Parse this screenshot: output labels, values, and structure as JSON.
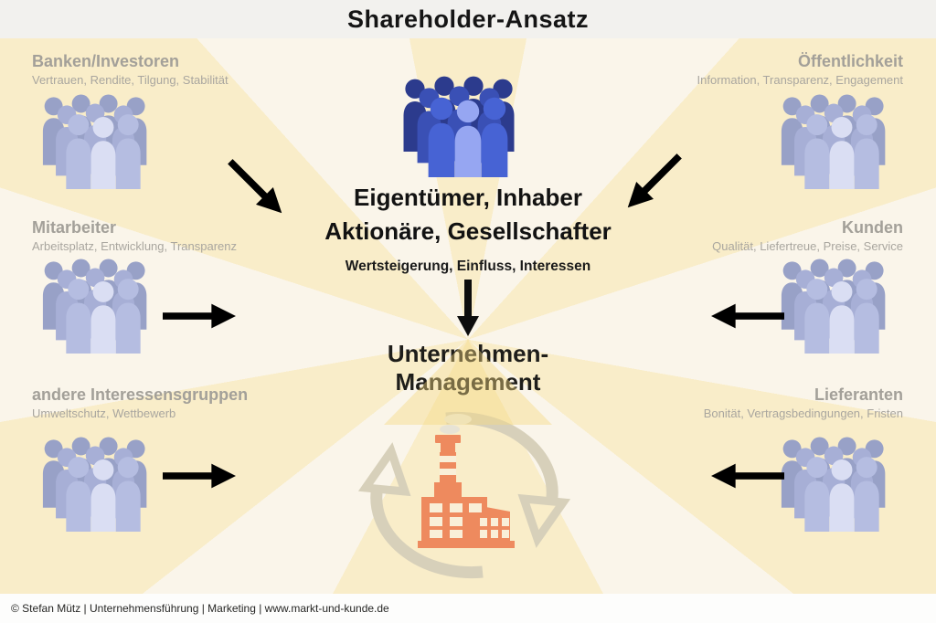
{
  "title": "Shareholder-Ansatz",
  "center": {
    "heading_line1": "Eigentümer, Inhaber",
    "heading_line2": "Aktionäre, Gesellschafter",
    "subheading": "Wertsteigerung, Einfluss, Interessen",
    "management_line1": "Unternehmen-",
    "management_line2": "Management"
  },
  "stakeholders": {
    "left": [
      {
        "name": "Banken/Investoren",
        "details": "Vertrauen, Rendite, Tilgung, Stabilität"
      },
      {
        "name": "Mitarbeiter",
        "details": "Arbeitsplatz, Entwicklung, Transparenz"
      },
      {
        "name": "andere Interessensgruppen",
        "details": "Umweltschutz, Wettbewerb"
      }
    ],
    "right": [
      {
        "name": "Öffentlichkeit",
        "details": "Information, Transparenz, Engagement"
      },
      {
        "name": "Kunden",
        "details": "Qualität, Liefertreue, Preise, Service"
      },
      {
        "name": "Lieferanten",
        "details": "Bonität, Vertragsbedingungen, Fristen"
      }
    ]
  },
  "icons": {
    "center_top": "crowd-of-people-icon",
    "side_groups": "crowd-of-people-icon",
    "flow": "down-arrow-icon",
    "company": "factory-icon",
    "cycle": "circular-arrows-icon"
  },
  "footer": "© Stefan Mütz | Unternehmensführung | Marketing |  www.markt-und-kunde.de",
  "colors": {
    "background_cream": "#faf5ea",
    "ray_yellow": "#f9edc9",
    "titlebar_gray": "#f2f1ee",
    "label_gray": "#a3a099",
    "arrow_gray": "#a7a396",
    "text_black": "#121212",
    "crowd_blue_dark": "#2c3b8d",
    "crowd_blue_mid": "#3a50b5",
    "crowd_blue_bright": "#4763d4",
    "crowd_blue_light": "#96a6f2",
    "crowd_muted": "#a7afd6",
    "factory_orange": "#ee8a5e",
    "cycle_beige": "#d7d0ba"
  }
}
